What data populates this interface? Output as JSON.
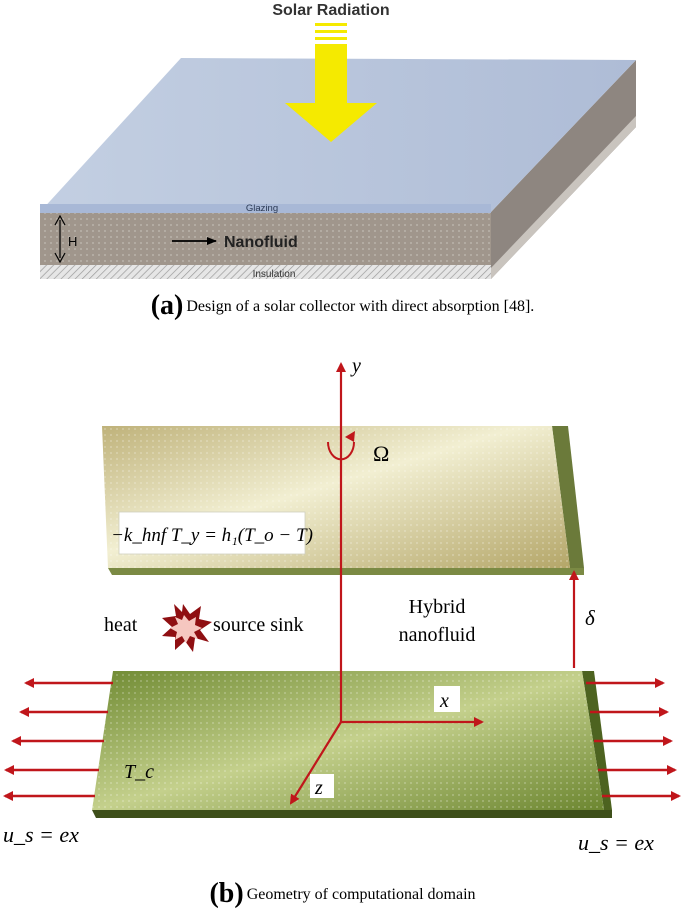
{
  "figure_a": {
    "title": "Solar Radiation",
    "glazing": "Glazing",
    "height_label": "H",
    "fluid": "Nanofluid",
    "insulation": "Insulation",
    "caption_tag": "(a)",
    "caption_text": "Design of a solar collector with direct absorption [48]."
  },
  "figure_b": {
    "y_axis": "y",
    "x_axis": "x",
    "z_axis": "z",
    "omega": "Ω",
    "boundary_condition": "−k_hnf T_y = h₁(T_o − T)",
    "heat_label": "heat",
    "source_sink_label": "source sink",
    "hybrid_label": "Hybrid",
    "nanofluid_label": "nanofluid",
    "delta": "δ",
    "tc_label": "T_c",
    "us_left": "u_s = ex",
    "us_right": "u_s = ex",
    "caption_tag": "(b)",
    "caption_text": "Geometry of computational domain"
  },
  "colors": {
    "arrow_red": "#c0161b",
    "solar_yellow": "#f5ea00",
    "glazing_blue": "#b7c6dd",
    "fluid_gray": "#9a9188",
    "upper_plate": "#d9d3a0",
    "lower_plate": "#8aa04a"
  }
}
